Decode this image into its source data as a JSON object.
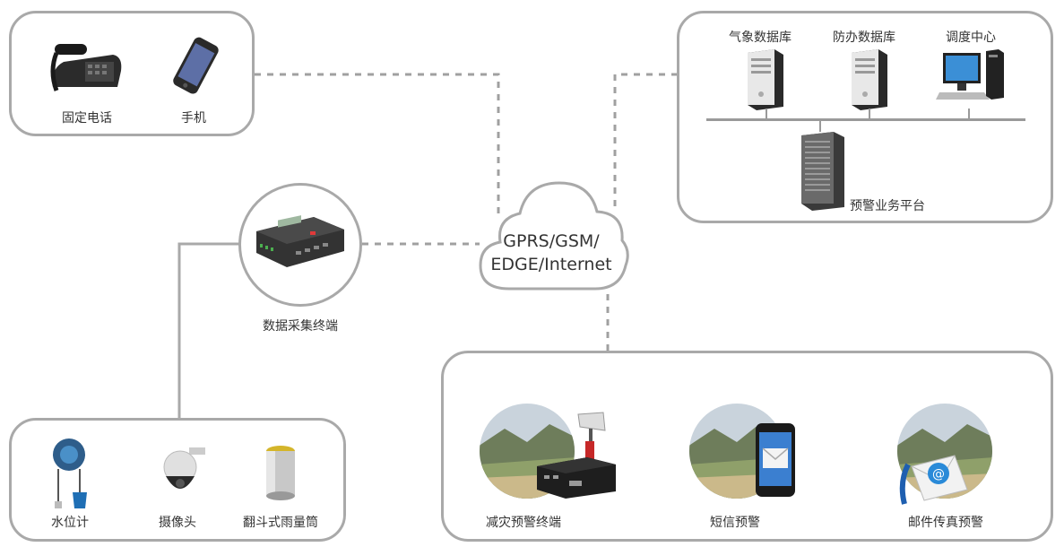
{
  "phones_box": {
    "landline_label": "固定电话",
    "mobile_label": "手机"
  },
  "server_box": {
    "weather_db_label": "气象数据库",
    "flood_db_label": "防办数据库",
    "dispatch_label": "调度中心",
    "platform_label": "预警业务平台"
  },
  "cloud": {
    "line1": "GPRS/GSM/",
    "line2": "EDGE/Internet"
  },
  "collector": {
    "label": "数据采集终端"
  },
  "sensors_box": {
    "water_level_label": "水位计",
    "camera_label": "摄像头",
    "rain_gauge_label": "翻斗式雨量筒"
  },
  "alerts_box": {
    "terminal_label": "减灾预警终端",
    "sms_label": "短信预警",
    "email_fax_label": "邮件传真预警"
  },
  "colors": {
    "border": "#a9a9a9",
    "dashed": "#999999",
    "text": "#333333"
  }
}
